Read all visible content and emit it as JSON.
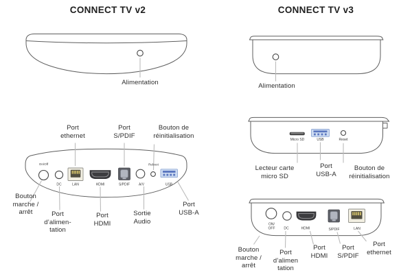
{
  "colors": {
    "outline": "#5e5e5e",
    "leader": "#bbbbbb",
    "text": "#2d2d2d",
    "usb_fill": "#cedcf2",
    "usb_pins": "#5b77c0",
    "lan_fill": "#f1eee1",
    "lan_inner": "#514e40",
    "lan_pins": "#e0cc6e",
    "hdmi_fill": "#3c3c3f",
    "spdif_outer": "#5c5e65",
    "spdif_inner": "#b1b5bf"
  },
  "v2": {
    "title": "CONNECT TV v2",
    "front": {
      "power": "Alimentation"
    },
    "back": {
      "labels_top": {
        "ethernet": "Port\nethernet",
        "spdif": "Port\nS/PDIF",
        "reset": "Bouton de\nréinitialisation"
      },
      "panel": {
        "onoff": "On/Off",
        "dc": "DC",
        "lan": "LAN",
        "hdmi": "HDMI",
        "spdif": "S/PDIF",
        "av": "A/V",
        "reboot": "Reboot",
        "usb": "USB"
      },
      "labels_bottom": {
        "power_button": "Bouton\nmarche /\narrêt",
        "power_port": "Port\nd’alimen-\ntation",
        "hdmi": "Port\nHDMI",
        "audio": "Sortie\nAudio",
        "usb": "Port\nUSB-A"
      }
    }
  },
  "v3": {
    "title": "CONNECT TV v3",
    "front": {
      "power": "Alimentation"
    },
    "side": {
      "panel": {
        "microsd": "Micro SD",
        "usb": "USB",
        "reset": "Reset"
      },
      "labels": {
        "microsd": "Lecteur carte\nmicro SD",
        "usb": "Port\nUSB-A",
        "reset": "Bouton de\nréinitialisation"
      }
    },
    "back": {
      "panel": {
        "onoff1": "ON/",
        "onoff2": "OFF",
        "dc": "DC",
        "hdmi": "HDMI",
        "spdif": "S/PDIF",
        "lan": "LAN"
      },
      "labels": {
        "power_button": "Bouton\nmarche /\narrêt",
        "power_port": "Port\nd’alimen\ntation",
        "hdmi": "Port\nHDMI",
        "spdif": "Port\nS/PDIF",
        "ethernet": "Port\nethernet"
      }
    }
  }
}
